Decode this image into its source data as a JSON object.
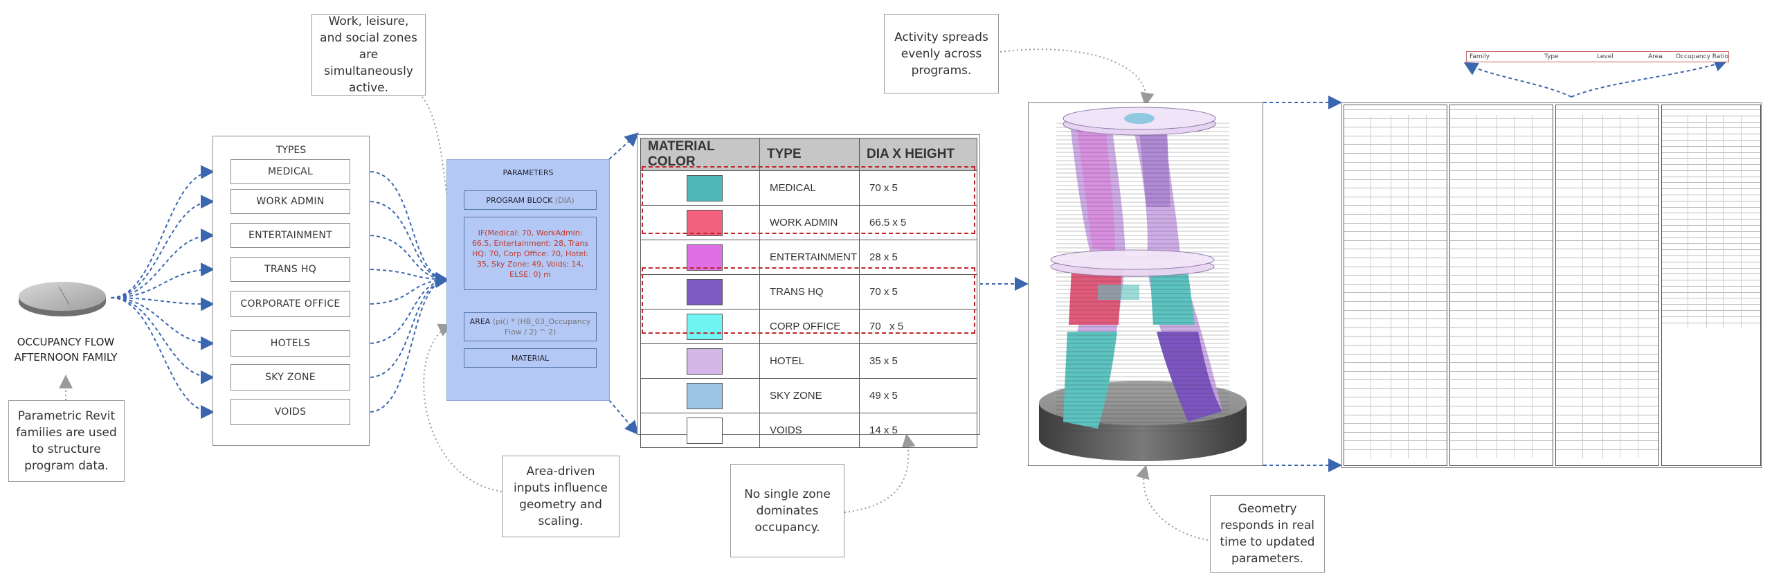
{
  "family": {
    "label_line1": "OCCUPANCY FLOW",
    "label_line2": "AFTERNOON FAMILY",
    "note": "Parametric Revit families are used to structure program data."
  },
  "types": {
    "title": "TYPES",
    "items": [
      "MEDICAL",
      "WORK ADMIN",
      "ENTERTAINMENT",
      "TRANS HQ",
      "CORPORATE OFFICE",
      "HOTELS",
      "SKY ZONE",
      "VOIDS"
    ]
  },
  "notes": {
    "zones": "Work, leisure, and social zones are simultaneously active.",
    "area": "Area-driven inputs influence geometry and scaling.",
    "dominance": "No single zone dominates occupancy.",
    "spread": "Activity spreads evenly across programs.",
    "geometry": "Geometry responds in real time to updated parameters."
  },
  "parameters": {
    "title": "PARAMETERS",
    "program_block_label": "PROGRAM BLOCK",
    "program_block_unit": "(DIA)",
    "formula": "IF(Medical: 70, WorkAdmin: 66.5, Entertainment: 28, Trans HQ: 70, Corp Office: 70, Hotel: 35, Sky Zone: 49, Voids: 14, ELSE: 0) m",
    "area_label": "AREA",
    "area_formula": "(pi() * (HB_03_Occupancy Flow / 2) ^ 2)",
    "material_label": "MATERIAL"
  },
  "material_table": {
    "headers": [
      "MATERIAL COLOR",
      "TYPE",
      "DIA X HEIGHT"
    ],
    "rows": [
      {
        "color": "#4fb8b8",
        "type": "MEDICAL",
        "dims": "70 x 5"
      },
      {
        "color": "#f2627f",
        "type": "WORK ADMIN",
        "dims": "66.5 x 5"
      },
      {
        "color": "#e06fe6",
        "type": "ENTERTAINMENT",
        "dims": "28 x 5"
      },
      {
        "color": "#7e5cc4",
        "type": "TRANS HQ",
        "dims": "70 x 5"
      },
      {
        "color": "#6ff5f2",
        "type": "CORP OFFICE",
        "dims": "70   x 5"
      },
      {
        "color": "#d4b6e8",
        "type": "HOTEL",
        "dims": "35 x 5"
      },
      {
        "color": "#9ec4e4",
        "type": "SKY ZONE",
        "dims": "49 x 5"
      },
      {
        "color": "#ffffff",
        "type": "VOIDS",
        "dims": "14 x 5"
      }
    ]
  },
  "schedule_header": {
    "columns": [
      "Family",
      "Type",
      "Level",
      "Area",
      "Occupancy Ratio"
    ]
  },
  "colors": {
    "arrow": "#3a66b0",
    "param_panel": "#b3c8f4",
    "red_dash": "#c0262c",
    "formula_text": "#c0392b"
  }
}
